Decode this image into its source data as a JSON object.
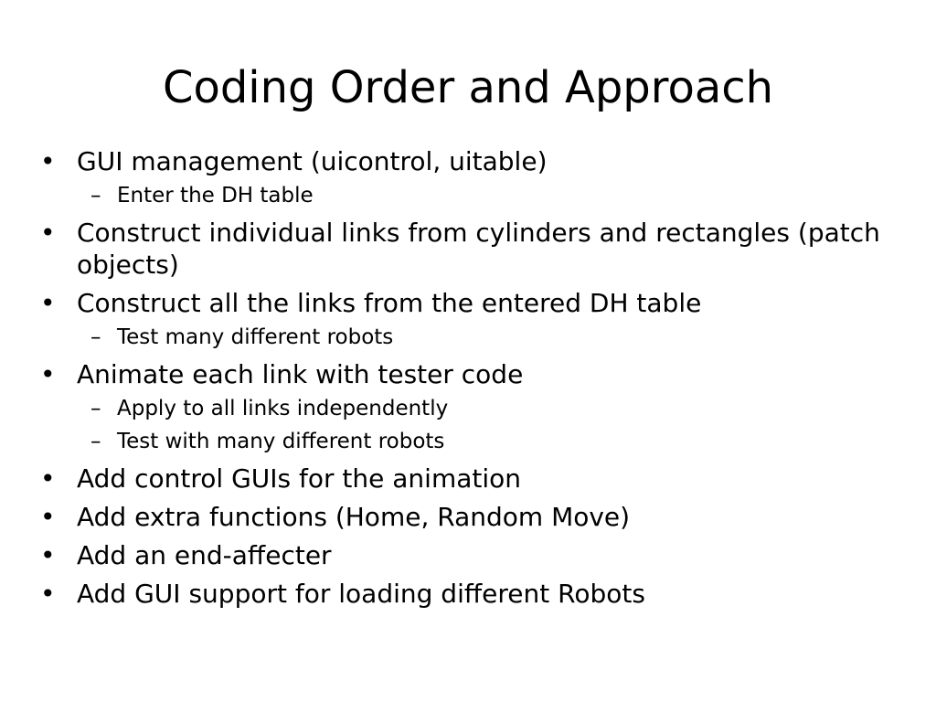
{
  "slide": {
    "title": "Coding Order and Approach",
    "bullet_glyph": "•",
    "dash_glyph": "–",
    "items": [
      {
        "text": "GUI management (uicontrol, uitable)",
        "level": 1
      },
      {
        "text": "Enter the DH table",
        "level": 2
      },
      {
        "text": "Construct individual links from cylinders and rectangles (patch objects)",
        "level": 1
      },
      {
        "text": "Construct all the links from the entered DH table",
        "level": 1
      },
      {
        "text": "Test many different robots",
        "level": 2
      },
      {
        "text": "Animate each link with tester code",
        "level": 1
      },
      {
        "text": "Apply to all links independently",
        "level": 2
      },
      {
        "text": "Test with many different robots",
        "level": 2
      },
      {
        "text": "Add control GUIs for the animation",
        "level": 1
      },
      {
        "text": "Add extra functions (Home, Random Move)",
        "level": 1
      },
      {
        "text": "Add an end-affecter",
        "level": 1
      },
      {
        "text": "Add GUI support for loading different Robots",
        "level": 1
      }
    ]
  }
}
